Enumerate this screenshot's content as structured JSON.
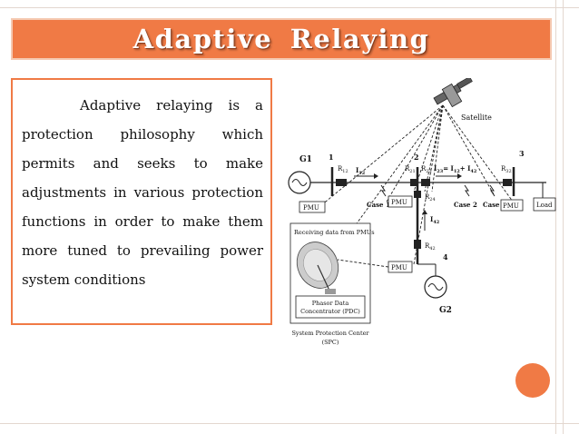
{
  "slide": {
    "title": "Adaptive Relaying",
    "body": "Adaptive relaying is a protection philosophy which permits and seeks to make adjustments in various protection functions in order to make them more tuned to prevailing power system conditions"
  },
  "diagram": {
    "satellite": "Satellite",
    "g1": "G1",
    "g2": "G2",
    "bus1": "1",
    "bus2": "2",
    "bus3": "3",
    "bus4": "4",
    "r12": "R",
    "r12_sub": "12",
    "r21": "R",
    "r21_sub": "21",
    "r23": "R",
    "r23_sub": "23",
    "r32": "R",
    "r32_sub": "32",
    "r24": "R",
    "r24_sub": "24",
    "r42": "R",
    "r42_sub": "42",
    "i12": "I",
    "i12_sub": "12",
    "i42": "I",
    "i42_sub": "42",
    "i23_eq": "I",
    "i23_eq_sub": "23",
    "i23_eq_rest": "= I",
    "i23_eq_sub2": "12",
    "i23_eq_plus": "+ I",
    "i23_eq_sub3": "42",
    "pmu": "PMU",
    "case1": "Case 1",
    "case2": "Case 2",
    "case3": "Case 3",
    "load": "Load",
    "receiving": "Receiving data from PMUs",
    "pdc_line1": "Phasor Data",
    "pdc_line2": "Concentrator (PDC)",
    "spc_line1": "System Protection Center",
    "spc_line2": "(SPC)"
  },
  "colors": {
    "accent": "#f07a45",
    "title_text": "#ffffff"
  }
}
